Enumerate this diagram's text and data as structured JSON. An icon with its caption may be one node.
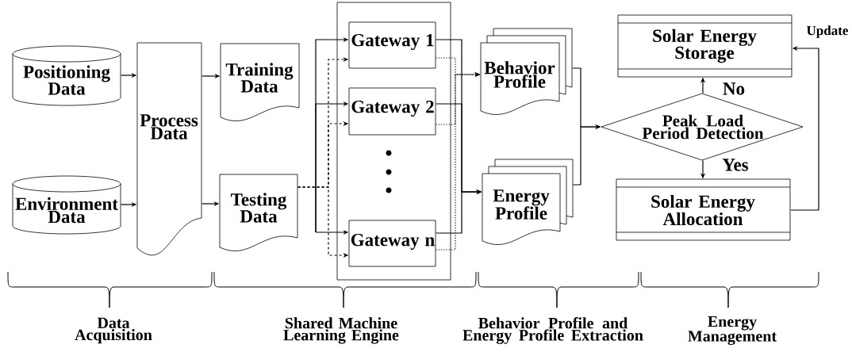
{
  "diagram": {
    "nodes": [
      {
        "text": [
          "Positioning Data"
        ]
      },
      {
        "text": [
          "Environment Data"
        ]
      },
      {
        "text": [
          "Process Data"
        ]
      },
      {
        "text": [
          "Training Data"
        ]
      },
      {
        "text": [
          "Testing Data"
        ]
      },
      {
        "text": [],
        "shape": "box"
      },
      {
        "text": [
          "Gateway 1"
        ],
        "in": 5
      },
      {
        "text": [
          "Gateway 2"
        ],
        "in": 5
      },
      {
        "text": [
          "Gateway n"
        ],
        "in": 5
      },
      {
        "text": [
          "Behavior Profile"
        ]
      },
      {
        "text": [
          "Energy Profile"
        ]
      },
      {
        "text": [
          "Peak Load Period Detection"
        ]
      },
      {
        "text": [
          "Solar Energy Storage"
        ]
      },
      {
        "text": [
          "Solar Energy Allocation"
        ]
      }
    ],
    "edges": [
      {
        "from": 0,
        "to": 2,
        "arrow": "to"
      },
      {
        "from": 1,
        "to": 2,
        "arrow": "to"
      },
      {
        "from": 2,
        "to": 3,
        "arrow": "to"
      },
      {
        "from": 2,
        "to": 4,
        "arrow": "to"
      },
      {
        "from": null,
        "to": 6,
        "arrow": "to"
      },
      {
        "from": null,
        "to": 7,
        "arrow": "to"
      },
      {
        "from": null,
        "to": 8,
        "arrow": "to"
      },
      {
        "from": 4,
        "to": 6,
        "arrow": "to",
        "style": "dashed"
      },
      {
        "from": 4,
        "to": 7,
        "arrow": "to",
        "style": "dashed"
      },
      {
        "from": 4,
        "to": 8,
        "arrow": "to",
        "style": "dashed"
      },
      {
        "from": 6,
        "to": 9,
        "arrow": "to",
        "style": "dashed"
      },
      {
        "from": 7,
        "to": 9,
        "arrow": "to",
        "style": "dashed"
      },
      {
        "from": 8,
        "to": 9,
        "arrow": "to",
        "style": "dashed"
      },
      {
        "from": 6,
        "to": 10,
        "arrow": "to"
      },
      {
        "from": 7,
        "to": 10,
        "arrow": "to"
      },
      {
        "from": 8,
        "to": 10,
        "arrow": "to"
      },
      {
        "from": 9,
        "to": 11,
        "arrow": "to"
      },
      {
        "from": 10,
        "to": 11,
        "arrow": "to"
      },
      {
        "from": 11,
        "to": 12,
        "arrow": "to",
        "label": "No"
      },
      {
        "from": 11,
        "to": 13,
        "arrow": "to",
        "label": "Yes"
      },
      {
        "from": 13,
        "to": 12,
        "arrow": "to",
        "label": "Update"
      }
    ],
    "labels": [
      "Data Acquisition",
      "Shared Machine Learning Engine",
      "Behavior Profile and Energy Profile Extraction",
      "Energy Management"
    ]
  }
}
